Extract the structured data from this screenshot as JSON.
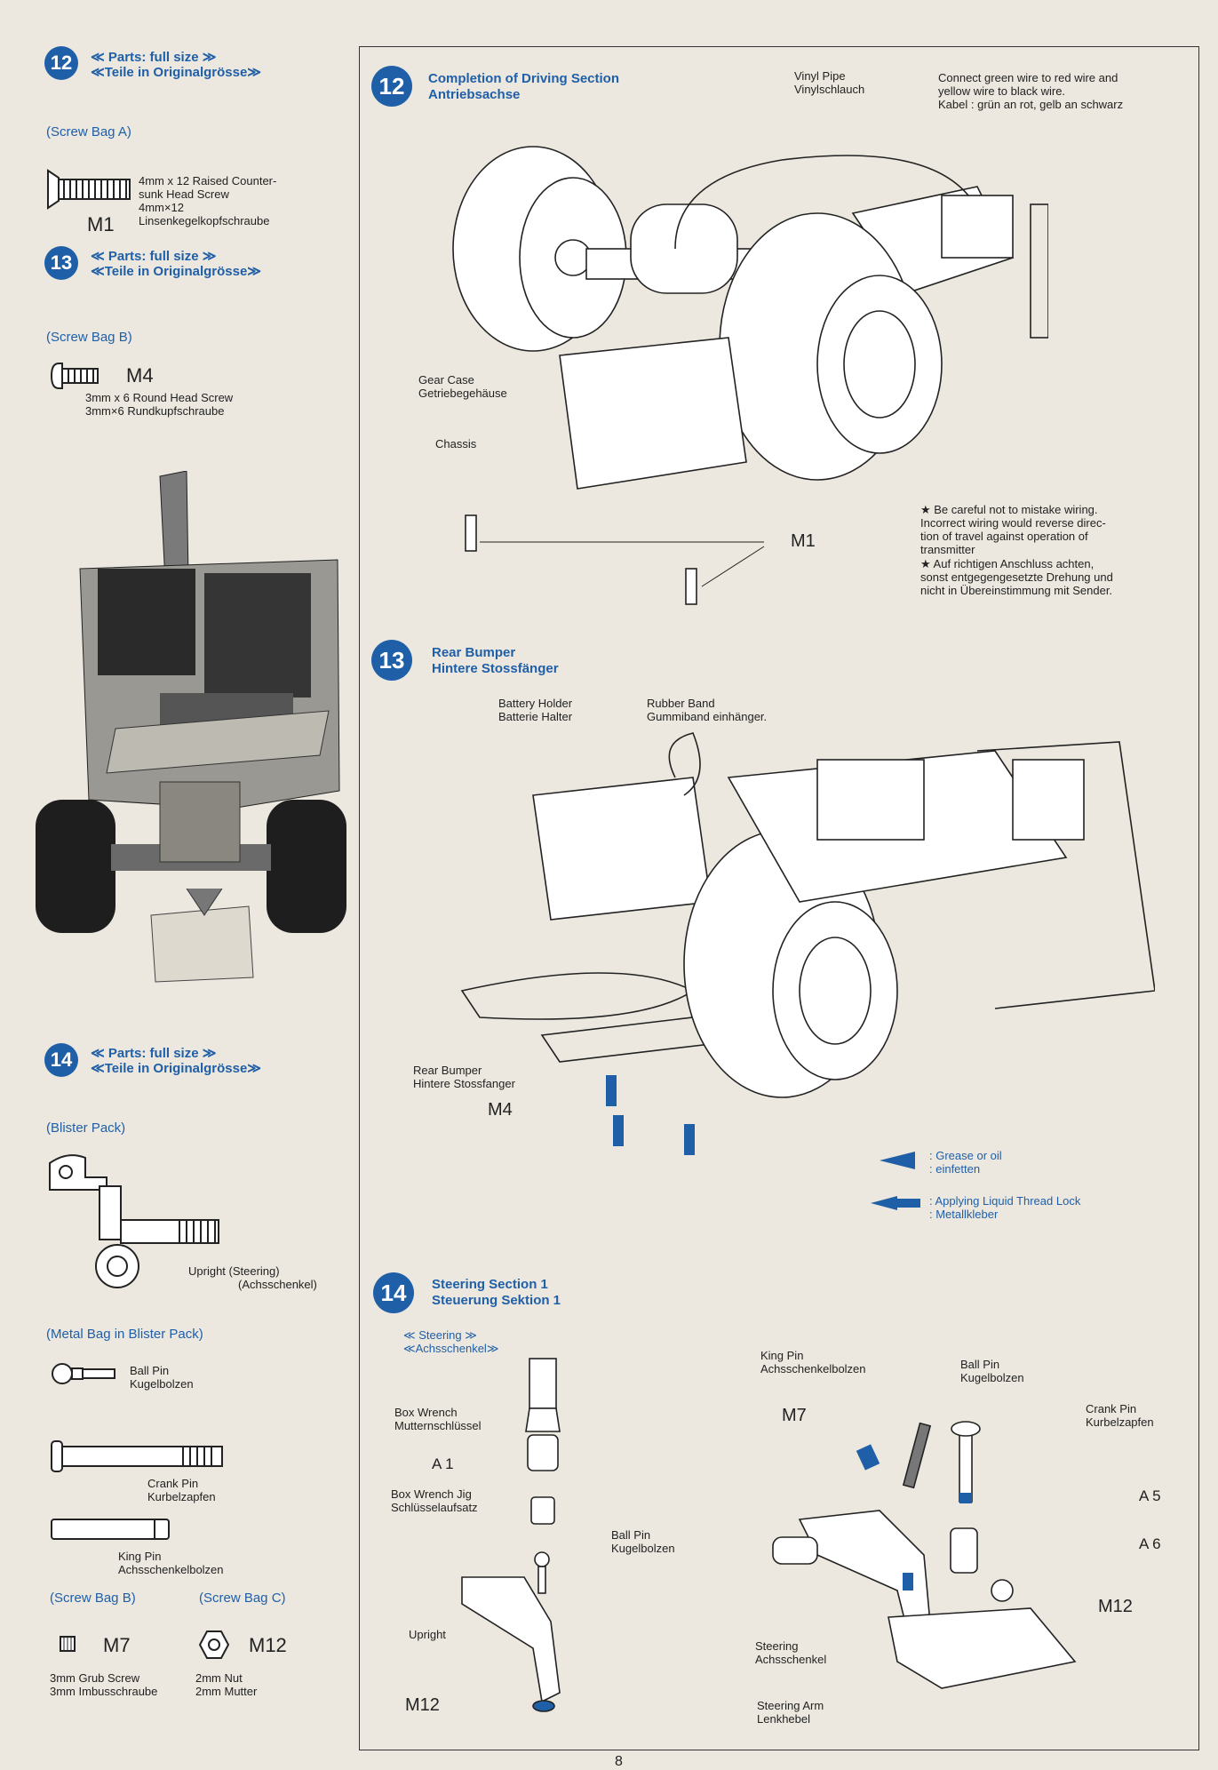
{
  "colors": {
    "accent": "#1f5fa8",
    "paper": "#ece8df",
    "ink": "#1f1f1f"
  },
  "left": {
    "s12": {
      "num": "12",
      "parts_en": "≪ Parts: full size ≫",
      "parts_de": "≪Teile in Originalgrösse≫",
      "bag": "(Screw Bag A)",
      "code": "M1",
      "desc": [
        "4mm x 12 Raised Counter-",
        "sunk Head Screw",
        "4mm×12",
        "Linsenkegelkopfschraube"
      ]
    },
    "s13": {
      "num": "13",
      "parts_en": "≪ Parts: full size ≫",
      "parts_de": "≪Teile in Originalgrösse≫",
      "bag": "(Screw Bag B)",
      "code": "M4",
      "desc": [
        "3mm x 6 Round Head Screw",
        "3mm×6 Rundkupfschraube"
      ]
    },
    "s14": {
      "num": "14",
      "parts_en": "≪ Parts: full size ≫",
      "parts_de": "≪Teile in Originalgrösse≫",
      "blister": "(Blister Pack)",
      "upright": [
        "Upright (Steering)",
        "(Achsschenkel)"
      ],
      "metal_bag": "(Metal Bag in Blister Pack)",
      "ball_pin": [
        "Ball Pin",
        "Kugelbolzen"
      ],
      "crank_pin": [
        "Crank Pin",
        "Kurbelzapfen"
      ],
      "king_pin": [
        "King Pin",
        "Achsschenkelbolzen"
      ],
      "bag_b": "(Screw Bag B)",
      "bag_c": "(Screw Bag C)",
      "m7": "M7",
      "m12": "M12",
      "m7_desc": [
        "3mm Grub Screw",
        "3mm Imbusschraube"
      ],
      "m12_desc": [
        "2mm Nut",
        "2mm Mutter"
      ]
    }
  },
  "step12": {
    "num": "12",
    "title_en": "Completion of Driving Section",
    "title_de": "Antriebsachse",
    "vinyl": [
      "Vinyl Pipe",
      "Vinylschlauch"
    ],
    "wire": [
      "Connect green wire to red wire and",
      "yellow wire to black wire.",
      "Kabel : grün an rot, gelb an schwarz"
    ],
    "gear_case": [
      "Gear Case",
      "Getriebegehäuse"
    ],
    "chassis": "Chassis",
    "m1": "M1",
    "warn_en": [
      "★ Be careful not to mistake wiring.",
      "Incorrect wiring would reverse direc-",
      "tion of travel against operation of",
      "transmitter"
    ],
    "warn_de": [
      "★ Auf richtigen Anschluss achten,",
      "sonst entgegengesetzte Drehung und",
      "nicht in Übereinstimmung mit Sender."
    ]
  },
  "step13": {
    "num": "13",
    "title_en": "Rear Bumper",
    "title_de": "Hintere Stossfänger",
    "battery": [
      "Battery Holder",
      "Batterie Halter"
    ],
    "rubber": [
      "Rubber Band",
      "Gummiband einhänger."
    ],
    "bumper": [
      "Rear Bumper",
      "Hintere Stossfanger"
    ],
    "m4": "M4",
    "grease": [
      ": Grease or oil",
      ": einfetten"
    ],
    "thread": [
      ": Applying Liquid Thread Lock",
      ": Metallkleber"
    ]
  },
  "step14": {
    "num": "14",
    "title_en": "Steering Section 1",
    "title_de": "Steuerung Sektion 1",
    "sub_en": "≪ Steering ≫",
    "sub_de": "≪Achsschenkel≫",
    "box_wrench": [
      "Box Wrench",
      "Mutternschlüssel"
    ],
    "a1": "A 1",
    "jig": [
      "Box Wrench Jig",
      "Schlüsselaufsatz"
    ],
    "ball_pin": [
      "Ball Pin",
      "Kugelbolzen"
    ],
    "upright": "Upright",
    "m12a": "M12",
    "king_pin": [
      "King Pin",
      "Achsschenkelbolzen"
    ],
    "m7": "M7",
    "ball_pin2": [
      "Ball Pin",
      "Kugelbolzen"
    ],
    "crank_pin": [
      "Crank Pin",
      "Kurbelzapfen"
    ],
    "a5": "A 5",
    "a6": "A 6",
    "m12b": "M12",
    "steering": [
      "Steering",
      "Achsschenkel"
    ],
    "arm": [
      "Steering Arm",
      "Lenkhebel"
    ]
  },
  "page_number": "8"
}
